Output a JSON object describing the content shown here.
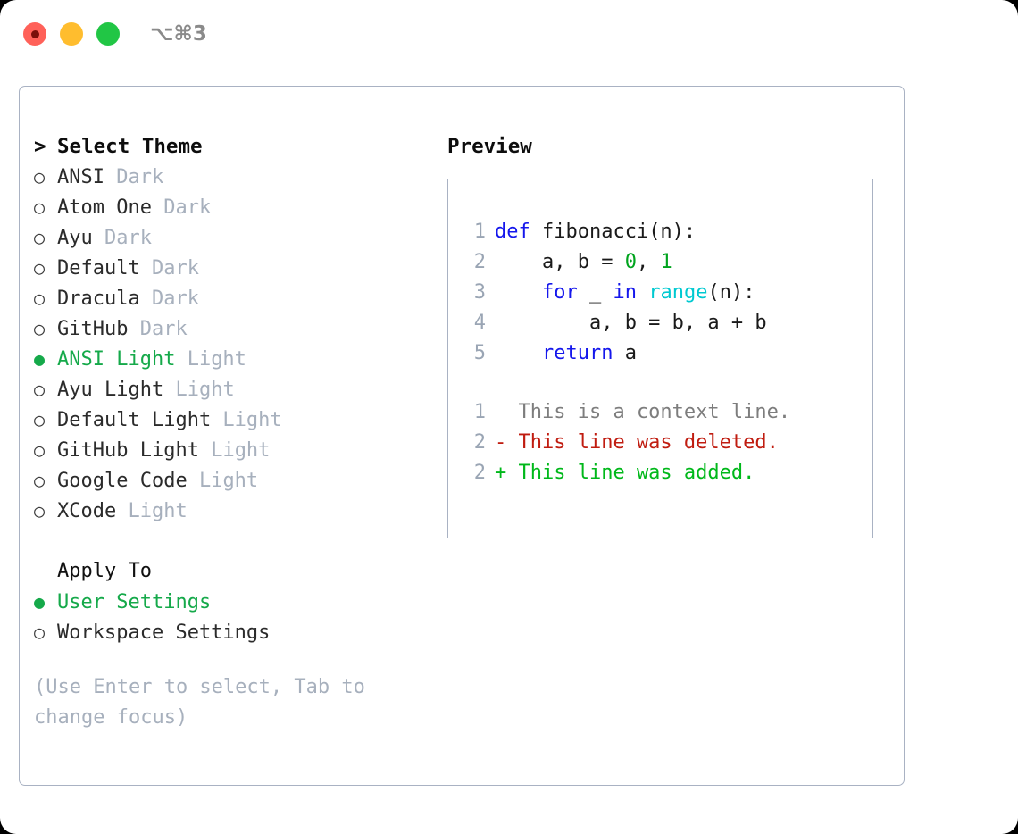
{
  "titlebar": {
    "buttons": [
      {
        "name": "close",
        "color": "#ff6159"
      },
      {
        "name": "minimize",
        "color": "#ffbd2e"
      },
      {
        "name": "zoom",
        "color": "#21c645"
      }
    ],
    "shortcut": "⌥⌘3"
  },
  "theme_panel": {
    "header_caret": ">",
    "header_label": "Select Theme",
    "bullet_off": "○",
    "bullet_on": "●",
    "items": [
      {
        "bullet": "○",
        "name": "ANSI",
        "kind": "Dark",
        "selected": false
      },
      {
        "bullet": "○",
        "name": "Atom One",
        "kind": "Dark",
        "selected": false
      },
      {
        "bullet": "○",
        "name": "Ayu",
        "kind": "Dark",
        "selected": false
      },
      {
        "bullet": "○",
        "name": "Default",
        "kind": "Dark",
        "selected": false
      },
      {
        "bullet": "○",
        "name": "Dracula",
        "kind": "Dark",
        "selected": false
      },
      {
        "bullet": "○",
        "name": "GitHub",
        "kind": "Dark",
        "selected": false
      },
      {
        "bullet": "●",
        "name": "ANSI Light",
        "kind": "Light",
        "selected": true
      },
      {
        "bullet": "○",
        "name": "Ayu Light",
        "kind": "Light",
        "selected": false
      },
      {
        "bullet": "○",
        "name": "Default Light",
        "kind": "Light",
        "selected": false
      },
      {
        "bullet": "○",
        "name": "GitHub Light",
        "kind": "Light",
        "selected": false
      },
      {
        "bullet": "○",
        "name": "Google Code",
        "kind": "Light",
        "selected": false
      },
      {
        "bullet": "○",
        "name": "XCode",
        "kind": "Light",
        "selected": false
      }
    ]
  },
  "apply_to": {
    "header_label": "Apply To",
    "options": [
      {
        "bullet": "●",
        "label": "User Settings",
        "selected": true
      },
      {
        "bullet": "○",
        "label": "Workspace Settings",
        "selected": false
      }
    ]
  },
  "hint": "(Use Enter to select, Tab to change focus)",
  "preview": {
    "title": "Preview",
    "code_lines": [
      {
        "no": "1",
        "tokens": [
          {
            "t": "def ",
            "c": "kw"
          },
          {
            "t": "fibonacci(n):",
            "c": "fn"
          }
        ]
      },
      {
        "no": "2",
        "tokens": [
          {
            "t": "    a, b = ",
            "c": "plain"
          },
          {
            "t": "0",
            "c": "num"
          },
          {
            "t": ", ",
            "c": "plain"
          },
          {
            "t": "1",
            "c": "num"
          }
        ]
      },
      {
        "no": "3",
        "tokens": [
          {
            "t": "    ",
            "c": "plain"
          },
          {
            "t": "for",
            "c": "kw"
          },
          {
            "t": " _ ",
            "c": "plain"
          },
          {
            "t": "in",
            "c": "kw"
          },
          {
            "t": " ",
            "c": "plain"
          },
          {
            "t": "range",
            "c": "call"
          },
          {
            "t": "(n):",
            "c": "plain"
          }
        ]
      },
      {
        "no": "4",
        "tokens": [
          {
            "t": "        a, b = b, a + b",
            "c": "plain"
          }
        ]
      },
      {
        "no": "5",
        "tokens": [
          {
            "t": "    ",
            "c": "plain"
          },
          {
            "t": "return",
            "c": "kw"
          },
          {
            "t": " a",
            "c": "plain"
          }
        ]
      }
    ],
    "diff_lines": [
      {
        "no": "1",
        "text": "  This is a context line.",
        "kind": "ctx"
      },
      {
        "no": "2",
        "text": "- This line was deleted.",
        "kind": "del"
      },
      {
        "no": "2",
        "text": "+ This line was added.",
        "kind": "add"
      }
    ]
  },
  "colors": {
    "accent_green": "#15a94a",
    "muted": "#a7b0bd",
    "border": "#a9b2c3",
    "keyword": "#1517ec",
    "number": "#00a41e",
    "call": "#00c9d1",
    "diff_delete": "#c01c10",
    "diff_add": "#00b81a"
  }
}
